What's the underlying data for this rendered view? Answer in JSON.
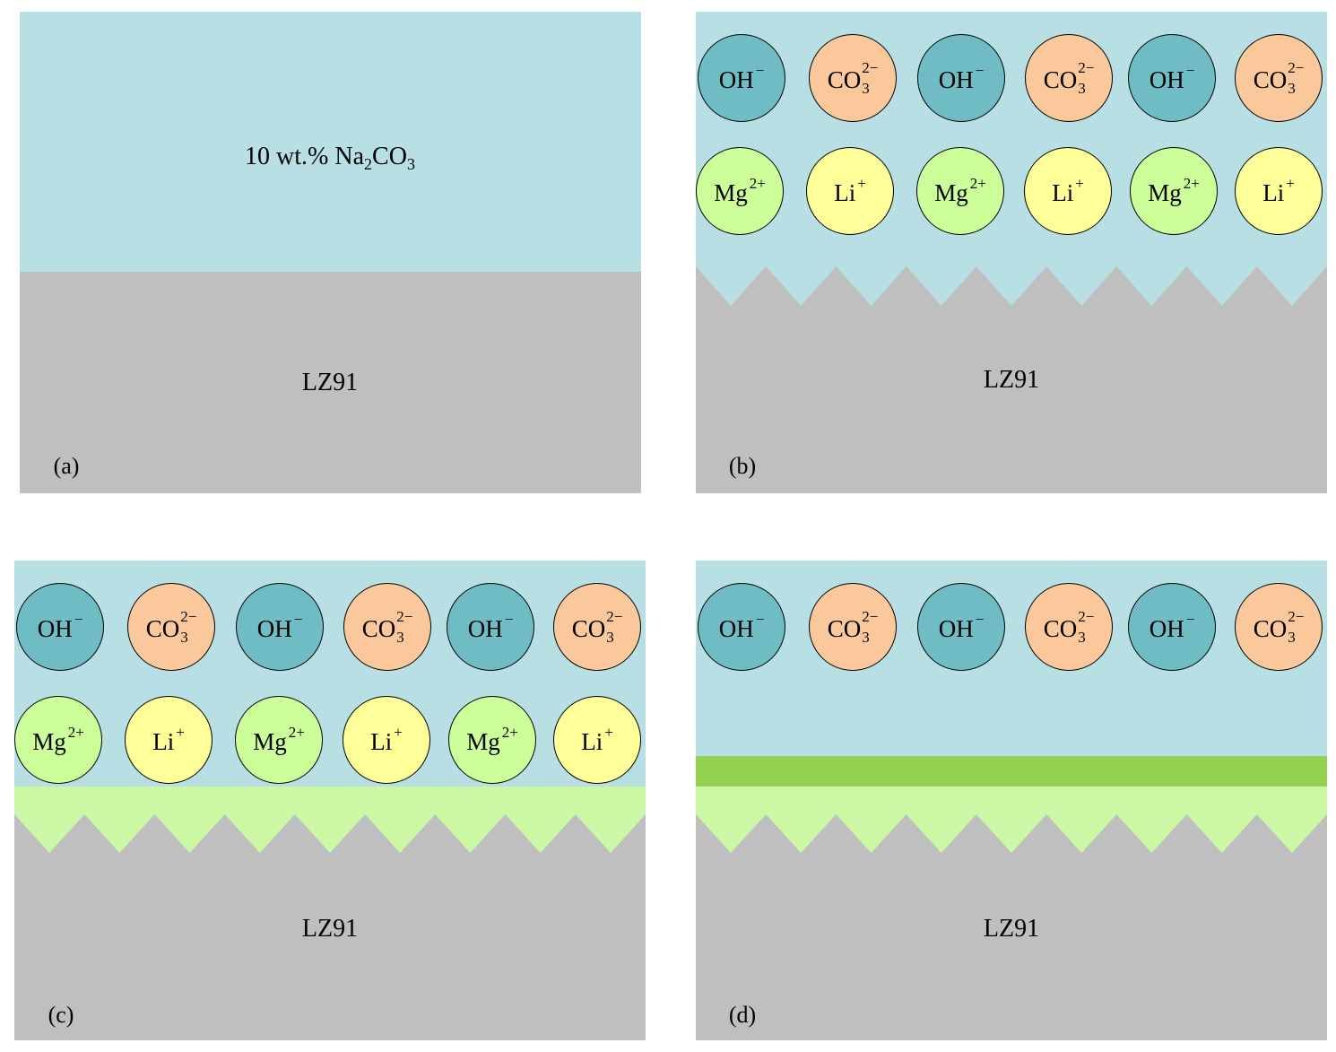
{
  "colors": {
    "solution": "#b8dfe3",
    "substrate": "#bfbfbf",
    "inner_layer": "#ccf7a5",
    "outer_layer": "#92d050",
    "ion_outline": "#000000"
  },
  "ion_colors": {
    "OH": "#70bcc4",
    "CO": "#fac89b",
    "Mg": "#ccff99",
    "Li": "#ffff99"
  },
  "panels": [
    {
      "label": "(a)",
      "substrate_label": "LZ91",
      "solution_label": {
        "text1": "10 wt.% Na",
        "sub1": "2",
        "text2": "CO",
        "sub2": "3"
      },
      "corroded": false,
      "inner_layer": false,
      "outer_layer": false
    },
    {
      "label": "(b)",
      "substrate_label": "LZ91",
      "corroded": true,
      "inner_layer": false,
      "outer_layer": false,
      "rows": [
        [
          {
            "base": "OH",
            "sup": "−"
          },
          {
            "base": "CO",
            "sub": "3",
            "sup": "2−"
          },
          {
            "base": "OH",
            "sup": "−"
          },
          {
            "base": "CO",
            "sub": "3",
            "sup": "2−"
          },
          {
            "base": "OH",
            "sup": "−"
          },
          {
            "base": "CO",
            "sub": "3",
            "sup": "2−"
          }
        ],
        [
          {
            "base": "Mg",
            "sup": "2+"
          },
          {
            "base": "Li",
            "sup": "+"
          },
          {
            "base": "Mg",
            "sup": "2+"
          },
          {
            "base": "Li",
            "sup": "+"
          },
          {
            "base": "Mg",
            "sup": "2+"
          },
          {
            "base": "Li",
            "sup": "+"
          }
        ]
      ]
    },
    {
      "label": "(c)",
      "substrate_label": "LZ91",
      "corroded": true,
      "inner_layer": true,
      "outer_layer": false,
      "rows": [
        [
          {
            "base": "OH",
            "sup": "−"
          },
          {
            "base": "CO",
            "sub": "3",
            "sup": "2−"
          },
          {
            "base": "OH",
            "sup": "−"
          },
          {
            "base": "CO",
            "sub": "3",
            "sup": "2−"
          },
          {
            "base": "OH",
            "sup": "−"
          },
          {
            "base": "CO",
            "sub": "3",
            "sup": "2−"
          }
        ],
        [
          {
            "base": "Mg",
            "sup": "2+"
          },
          {
            "base": "Li",
            "sup": "+"
          },
          {
            "base": "Mg",
            "sup": "2+"
          },
          {
            "base": "Li",
            "sup": "+"
          },
          {
            "base": "Mg",
            "sup": "2+"
          },
          {
            "base": "Li",
            "sup": "+"
          }
        ]
      ]
    },
    {
      "label": "(d)",
      "substrate_label": "LZ91",
      "corroded": true,
      "inner_layer": true,
      "outer_layer": true,
      "rows": [
        [
          {
            "base": "OH",
            "sup": "−"
          },
          {
            "base": "CO",
            "sub": "3",
            "sup": "2−"
          },
          {
            "base": "OH",
            "sup": "−"
          },
          {
            "base": "CO",
            "sub": "3",
            "sup": "2−"
          },
          {
            "base": "OH",
            "sup": "−"
          },
          {
            "base": "CO",
            "sub": "3",
            "sup": "2−"
          }
        ]
      ]
    }
  ]
}
